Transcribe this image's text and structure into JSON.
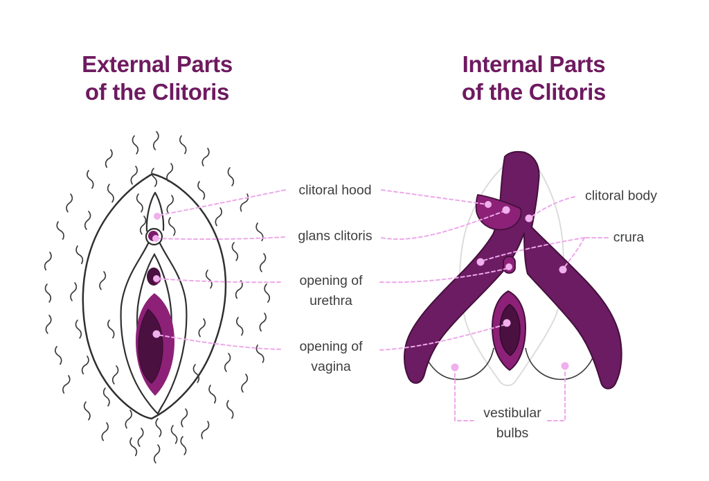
{
  "titles": {
    "external": "External Parts\nof the Clitoris",
    "internal": "Internal Parts\nof the Clitoris"
  },
  "labels": {
    "clitoral_hood": "clitoral hood",
    "glans_clitoris": "glans clitoris",
    "opening_of_urethra": "opening of urethra",
    "opening_of_vagina": "opening of vagina",
    "clitoral_body": "clitoral body",
    "crura": "crura",
    "vestibular_bulbs": "vestibular bulbs"
  },
  "annotations": [
    {
      "label": "clitoral hood",
      "points_to": [
        "external diagram",
        "internal diagram"
      ]
    },
    {
      "label": "glans clitoris",
      "points_to": [
        "external diagram",
        "internal diagram"
      ]
    },
    {
      "label": "opening of urethra",
      "points_to": [
        "external diagram",
        "internal diagram"
      ]
    },
    {
      "label": "opening of vagina",
      "points_to": [
        "external diagram",
        "internal diagram"
      ]
    },
    {
      "label": "clitoral body",
      "points_to": [
        "internal diagram"
      ]
    },
    {
      "label": "crura",
      "points_to": [
        "internal diagram"
      ]
    },
    {
      "label": "vestibular bulbs",
      "points_to": [
        "internal diagram"
      ]
    }
  ],
  "colors": {
    "title_text": "#6E1A60",
    "label_text": "#3E3E3E",
    "deep_purple_fill": "#6C1C62",
    "magenta_fill": "#8C2177",
    "dark_opening_fill": "#4A1040",
    "leader_line_pink": "#EDA8EA",
    "anchor_dot_pink": "#F0AFED",
    "outline_black": "#2F2F2F",
    "ghost_outline_gray": "#DCDCDC",
    "background": "#FFFFFF"
  }
}
